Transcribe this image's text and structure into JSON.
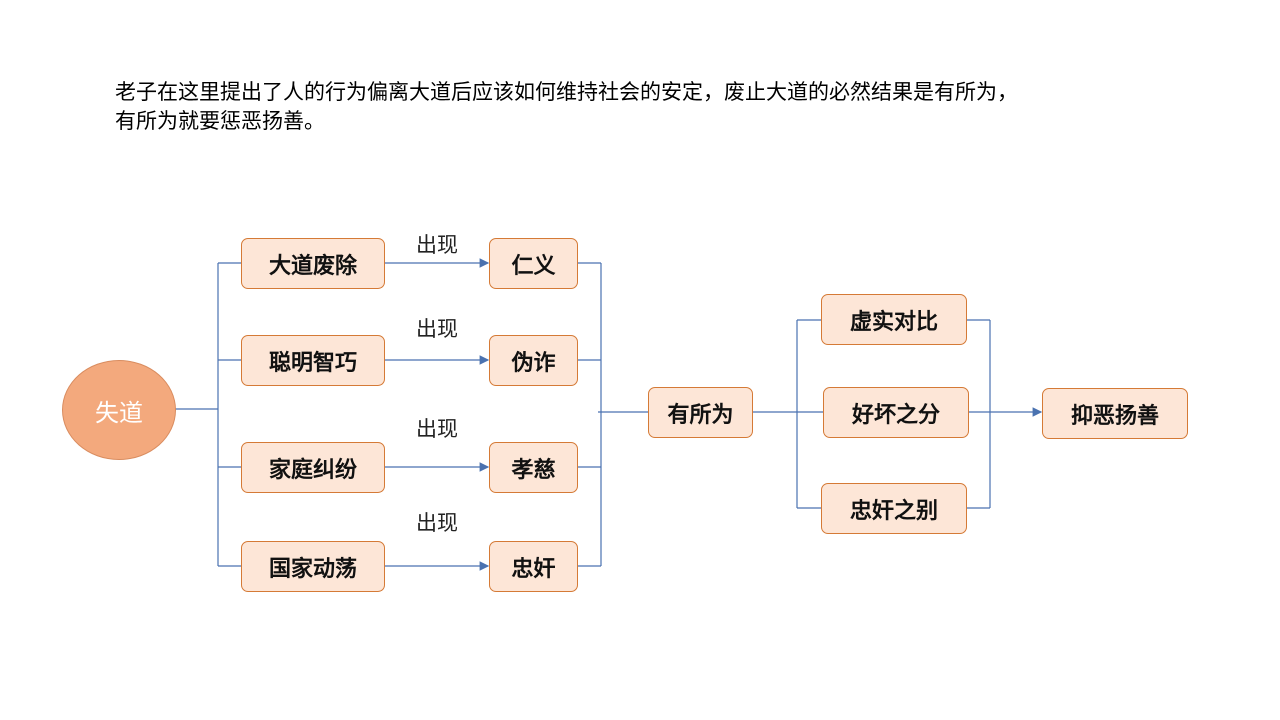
{
  "intro": {
    "line1": "老子在这里提出了人的行为偏离大道后应该如何维持社会的安定，废止大道的必然结果是有所为，",
    "line2": "有所为就要惩恶扬善。"
  },
  "root": "失道",
  "causes": [
    "大道废除",
    "聪明智巧",
    "家庭纠纷",
    "国家动荡"
  ],
  "edge_label": "出现",
  "effects": [
    "仁义",
    "伪诈",
    "孝慈",
    "忠奸"
  ],
  "hub": "有所为",
  "distinctions": [
    "虚实对比",
    "好坏之分",
    "忠奸之别"
  ],
  "goal": "抑恶扬善",
  "colors": {
    "line": "#4a72b0",
    "box_fill": "#fde6d7",
    "box_border": "#d57a36",
    "circle_fill": "#f3a97d"
  }
}
